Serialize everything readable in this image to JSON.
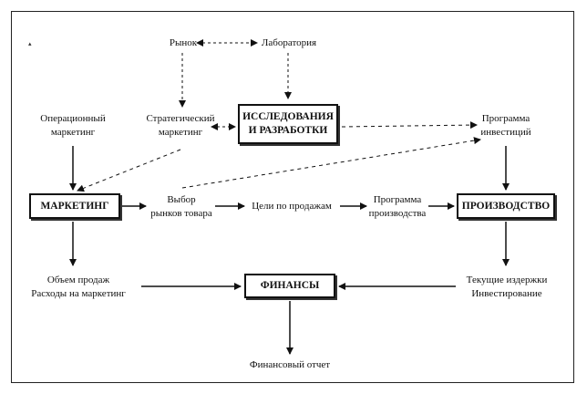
{
  "nodes": {
    "rynok": "Рынок",
    "laboratoriya": "Лаборатория",
    "operatsionny": [
      "Операционный",
      "маркетинг"
    ],
    "strategichesky": [
      "Стратегический",
      "маркетинг"
    ],
    "issledovaniya": [
      "ИССЛЕДОВАНИЯ",
      "И РАЗРАБОТКИ"
    ],
    "programma_investitsy": [
      "Программа",
      "инвестиций"
    ],
    "marketing": "МАРКЕТИНГ",
    "vybor": [
      "Выбор",
      "рынков товара"
    ],
    "tseli": "Цели по продажам",
    "programma_proizvodstva": [
      "Программа",
      "производства"
    ],
    "proizvodstvo": "ПРОИЗВОДСТВО",
    "obem": [
      "Объем продаж",
      "Расходы на маркетинг"
    ],
    "finansy": "ФИНАНСЫ",
    "tekushchie": [
      "Текущие издержки",
      "Инвестирование"
    ],
    "finansovy_otchet": "Финансовый отчет"
  },
  "marker": "▴"
}
